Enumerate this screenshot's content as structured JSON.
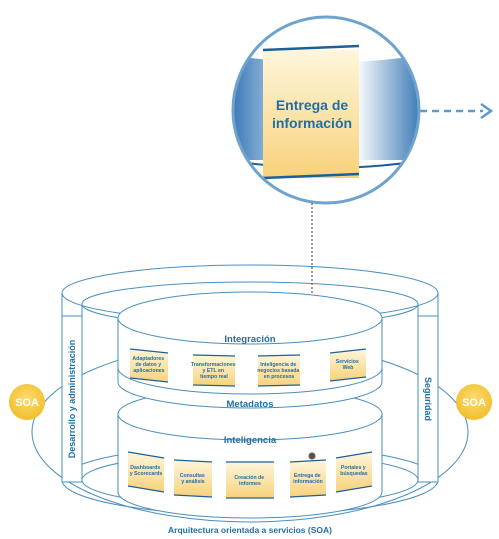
{
  "colors": {
    "accent_blue": "#1e6fa8",
    "line_blue": "#4a8fc0",
    "soa_yellow": "#f6c945",
    "card_yellow": "#fbe3a2",
    "cylinder_fill": "#ffffff"
  },
  "zoom": {
    "label_line1": "Entrega de",
    "label_line2": "información"
  },
  "layers": {
    "integration": "Integración",
    "metadata": "Metadatos",
    "intelligence": "Inteligencia"
  },
  "side_labels": {
    "left": "Desarrollo y administración",
    "right": "Seguridad"
  },
  "soa_badge": "SOA",
  "footer": "Arquitectura orientada a servicios (SOA)",
  "integration_cards": [
    [
      "Adaptadores",
      "de datos y",
      "aplicaciones"
    ],
    [
      "Transformaciones",
      "y ETL en",
      "tiempo real"
    ],
    [
      "Inteligencia de",
      "negocios basada",
      "en procesos"
    ],
    [
      "Servicios",
      "Web"
    ]
  ],
  "intelligence_cards": [
    [
      "Dashboards",
      "y Scorecards"
    ],
    [
      "Consultas",
      "y análisis"
    ],
    [
      "Creación de",
      "informes"
    ],
    [
      "Entrega de",
      "información"
    ],
    [
      "Portales y",
      "búsquedas"
    ]
  ]
}
